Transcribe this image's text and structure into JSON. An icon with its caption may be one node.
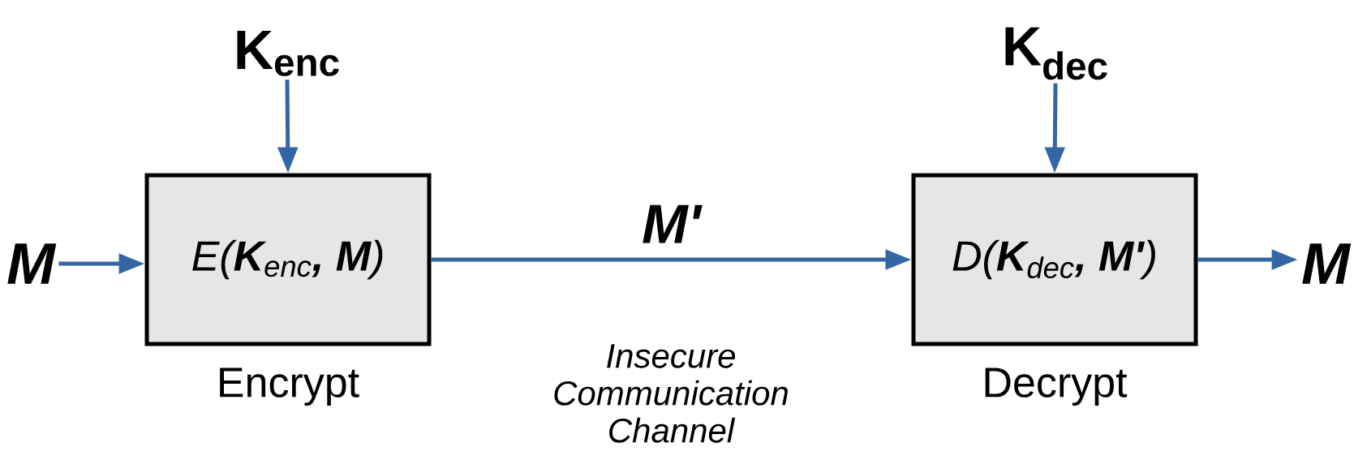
{
  "diagram": {
    "nodes": [
      {
        "text": [
          "M"
        ]
      },
      {
        "text": [
          "K$_{enc}$"
        ]
      },
      {
        "text": [
          "E(**K**$_{enc}$**, M**)",
          "Encrypt"
        ]
      },
      {
        "text": [
          "K$_{dec}$"
        ]
      },
      {
        "text": [
          "D(**K**$_{dec}$**, M'**)",
          "Decrypt"
        ]
      },
      {
        "text": [
          "M"
        ]
      }
    ],
    "edges": [
      {
        "from": 0,
        "to": 2,
        "arrow": "to"
      },
      {
        "from": 1,
        "to": 2,
        "arrow": "to"
      },
      {
        "from": 2,
        "to": 4,
        "arrow": "to",
        "label": "M'"
      },
      {
        "from": 3,
        "to": 4,
        "arrow": "to"
      },
      {
        "from": 4,
        "to": 5,
        "arrow": "to"
      }
    ],
    "labels": [
      "Insecure Communication Channel"
    ]
  }
}
